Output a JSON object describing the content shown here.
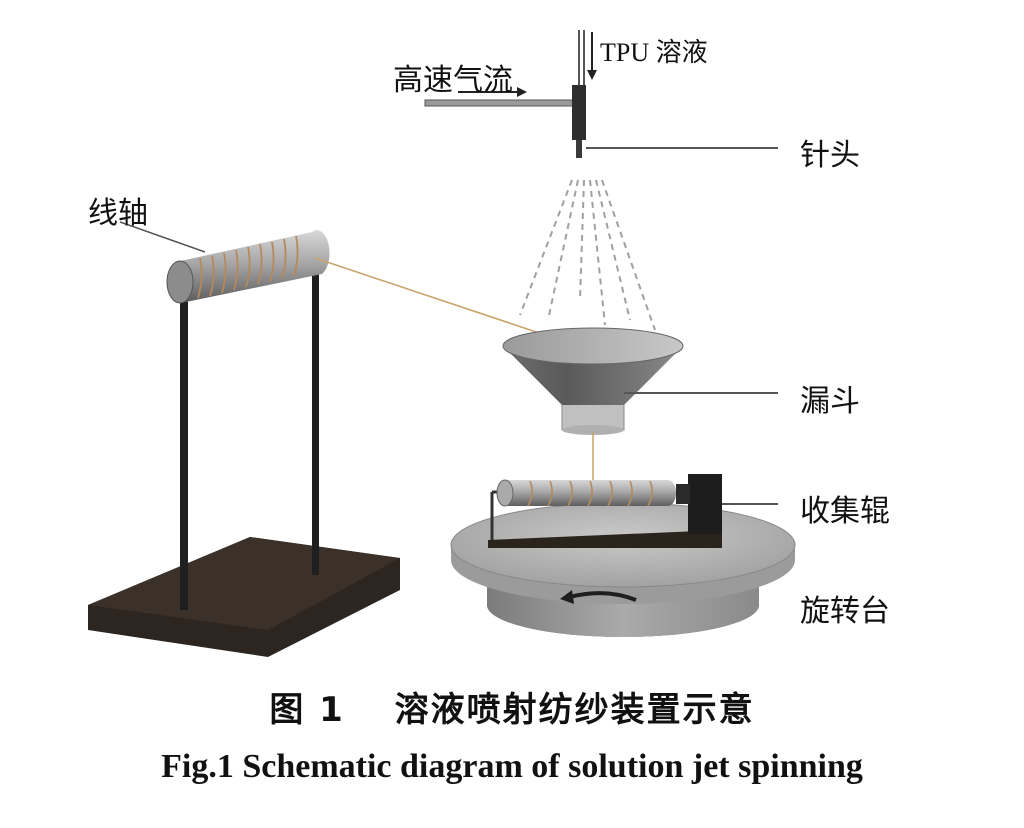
{
  "labels": {
    "tpu_solution": "TPU 溶液",
    "high_speed_airflow": "高速气流",
    "needle": "针头",
    "spool": "线轴",
    "funnel": "漏斗",
    "collector_roller": "收集辊",
    "rotating_table": "旋转台"
  },
  "caption": {
    "chinese": "图 1　 溶液喷射纺纱装置示意",
    "english": "Fig.1    Schematic diagram of solution jet spinning"
  }
}
